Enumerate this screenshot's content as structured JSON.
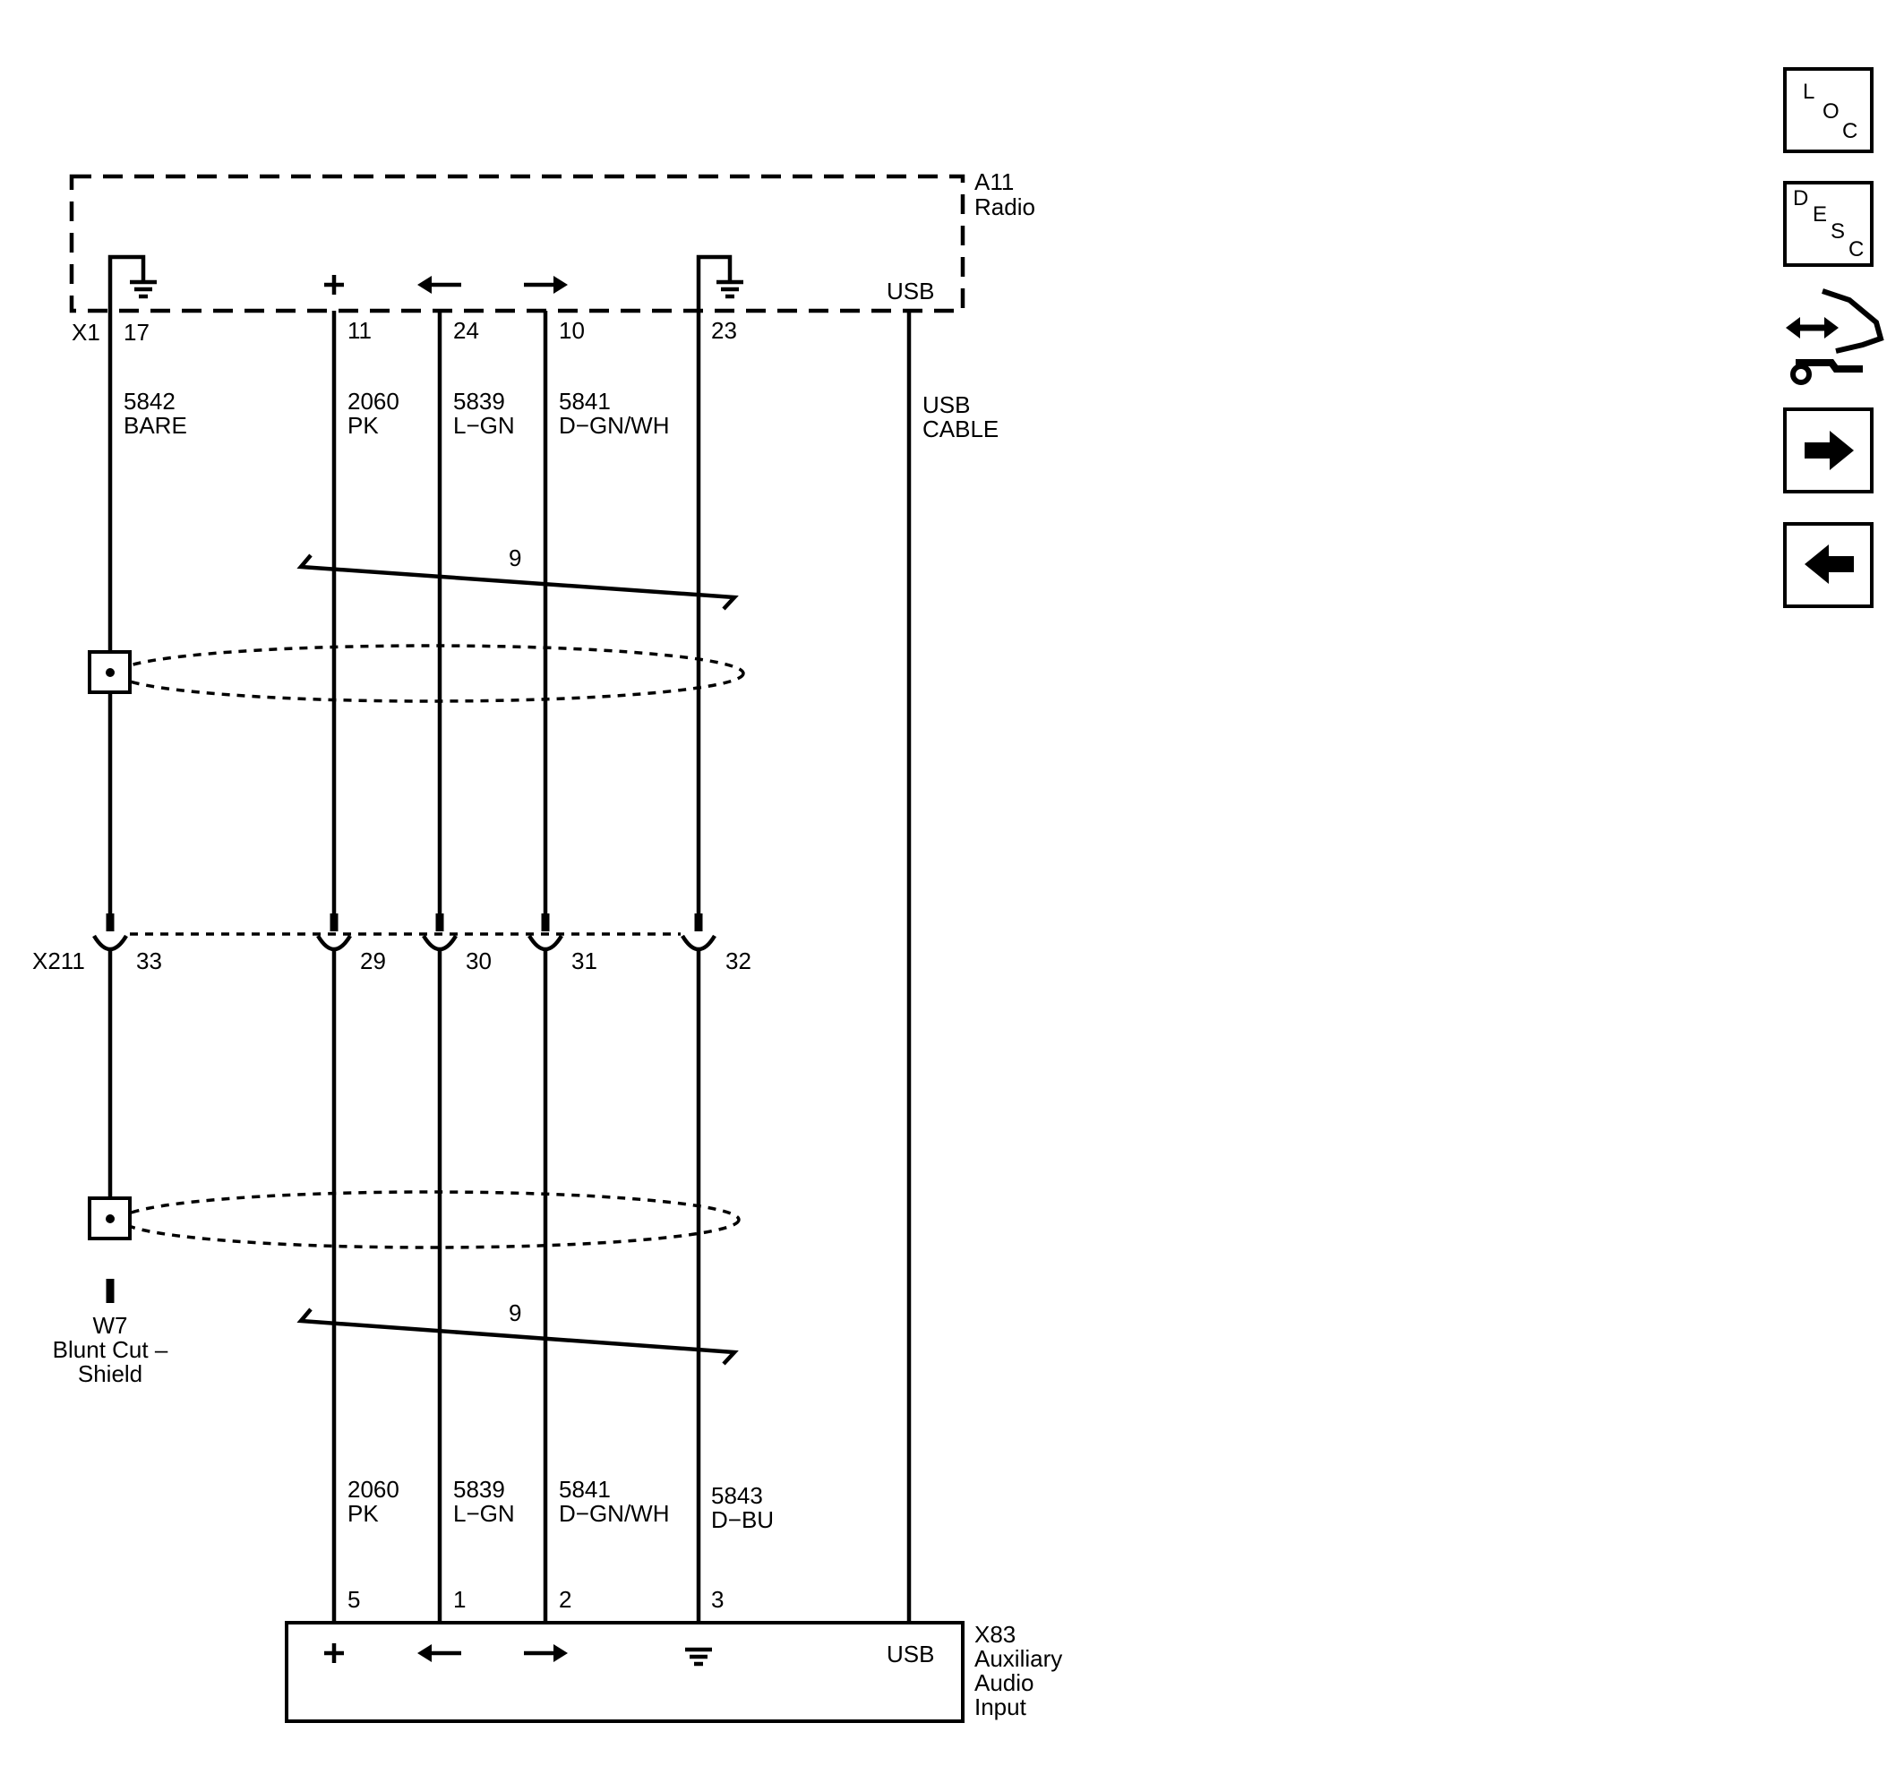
{
  "module_top": {
    "id": "A11",
    "name": "Radio",
    "connector": "X1",
    "usb_label": "USB"
  },
  "top_pins": [
    {
      "pin": "17",
      "circuit": "5842",
      "color": "BARE"
    },
    {
      "pin": "11",
      "circuit": "2060",
      "color": "PK"
    },
    {
      "pin": "24",
      "circuit": "5839",
      "color": "L−GN"
    },
    {
      "pin": "10",
      "circuit": "5841",
      "color": "D−GN/WH"
    },
    {
      "pin": "23"
    }
  ],
  "usb_cable": {
    "line1": "USB",
    "line2": "CABLE"
  },
  "twist_label": "9",
  "inline_connector": {
    "id": "X211",
    "pins": [
      "33",
      "29",
      "30",
      "31",
      "32"
    ]
  },
  "shield": {
    "id": "W7",
    "line1": "Blunt Cut –",
    "line2": "Shield"
  },
  "bottom_circuits": [
    {
      "circuit": "2060",
      "color": "PK"
    },
    {
      "circuit": "5839",
      "color": "L−GN"
    },
    {
      "circuit": "5841",
      "color": "D−GN/WH"
    },
    {
      "circuit": "5843",
      "color": "D−BU"
    }
  ],
  "bottom_pins": [
    "5",
    "1",
    "2",
    "3"
  ],
  "module_bottom": {
    "id": "X83",
    "line1": "Auxiliary",
    "line2": "Audio",
    "line3": "Input",
    "usb_label": "USB"
  },
  "nav": {
    "loc": [
      "L",
      "O",
      "C"
    ],
    "desc": [
      "D",
      "E",
      "S",
      "C"
    ]
  }
}
